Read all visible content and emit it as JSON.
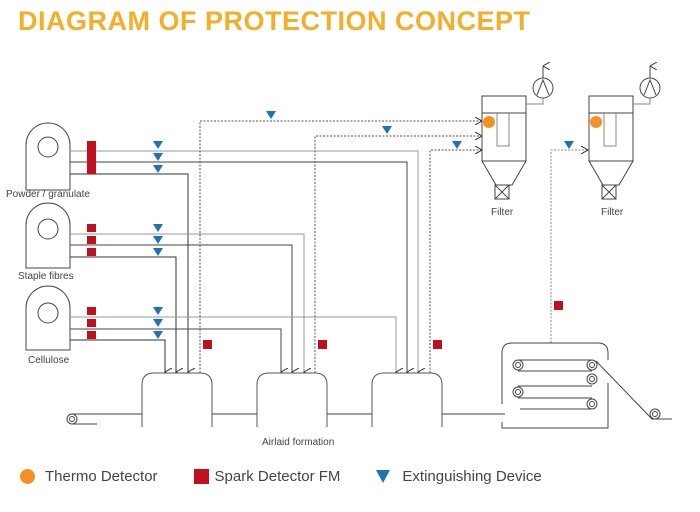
{
  "title": "DIAGRAM OF PROTECTION CONCEPT",
  "colors": {
    "title": "#f5ae2a",
    "thermo_detector": "#f39224",
    "spark_detector": "#c0101e",
    "extinguishing_device": "#1f72b8",
    "line_dark": "#333333",
    "line_gray": "#999999"
  },
  "sources": [
    {
      "label": "Powder / granulate"
    },
    {
      "label": "Staple fibres"
    },
    {
      "label": "Cellulose"
    }
  ],
  "filters": [
    {
      "label": "Filter"
    },
    {
      "label": "Filter"
    }
  ],
  "process": {
    "formation_label": "Airlaid formation"
  },
  "legend": [
    {
      "icon": "thermo-detector-icon",
      "label": "Thermo Detector"
    },
    {
      "icon": "spark-detector-icon",
      "label": "Spark Detector FM"
    },
    {
      "icon": "extinguishing-device-icon",
      "label": "Extinguishing Device"
    }
  ]
}
